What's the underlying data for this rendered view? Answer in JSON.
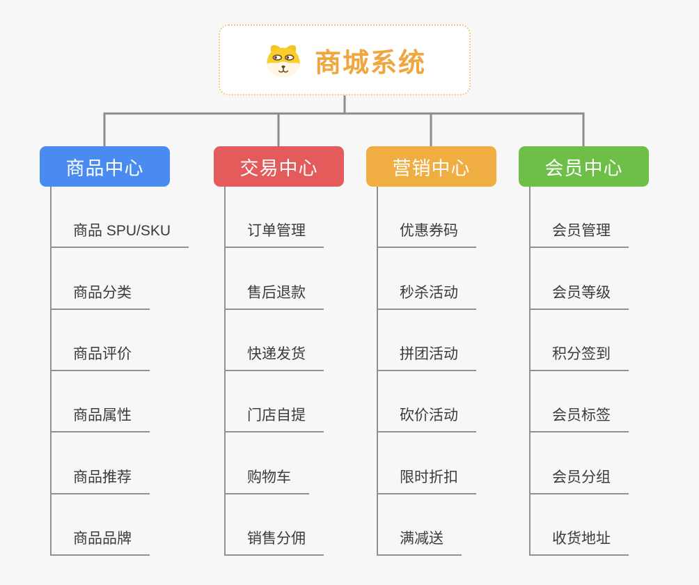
{
  "root": {
    "title": "商城系统",
    "icon": "dog-face-icon"
  },
  "branches": [
    {
      "label": "商品中心",
      "color": "#4a8bf2",
      "items": [
        "商品 SPU/SKU",
        "商品分类",
        "商品评价",
        "商品属性",
        "商品推荐",
        "商品品牌"
      ]
    },
    {
      "label": "交易中心",
      "color": "#e45b5b",
      "items": [
        "订单管理",
        "售后退款",
        "快递发货",
        "门店自提",
        "购物车",
        "销售分佣"
      ]
    },
    {
      "label": "营销中心",
      "color": "#efad42",
      "items": [
        "优惠券码",
        "秒杀活动",
        "拼团活动",
        "砍价活动",
        "限时折扣",
        "满减送"
      ]
    },
    {
      "label": "会员中心",
      "color": "#6dbf48",
      "items": [
        "会员管理",
        "会员等级",
        "积分签到",
        "会员标签",
        "会员分组",
        "收货地址"
      ]
    }
  ],
  "colors": {
    "page_background": "#f7f7f7",
    "connector_line": "#8c8c8c",
    "leaf_line": "#909090",
    "root_text": "#f0a63e",
    "root_border": "#f7c878",
    "dog_yellow": "#f9cd2b",
    "dog_cream": "#fff6e3",
    "dog_brown": "#6b4423",
    "leaf_text": "#3b3b3b"
  }
}
